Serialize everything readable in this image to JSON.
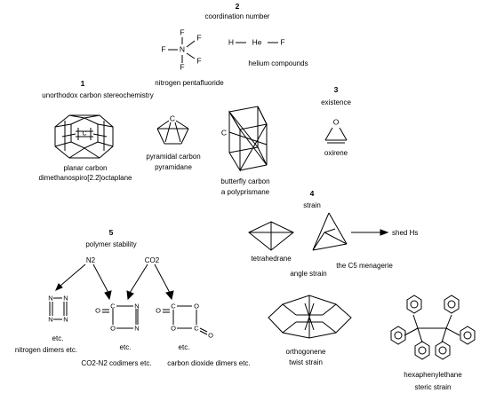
{
  "sections": {
    "coordination": {
      "number": "2",
      "title": "coordination number",
      "nitrogen_pentafluoride": "nitrogen pentafluoride",
      "helium_compounds": "helium compounds"
    },
    "stereochemistry": {
      "number": "1",
      "title": "unorthodox carbon stereochemistry",
      "planar_carbon_line1": "planar carbon",
      "planar_carbon_line2": "dimethanospiro[2.2]octaplane",
      "pyramidal_line1": "pyramidal carbon",
      "pyramidal_line2": "pyramidane",
      "butterfly_line1": "butterfly carbon",
      "butterfly_line2": "a polyprismane"
    },
    "existence": {
      "number": "3",
      "title": "existence",
      "oxirene": "oxirene"
    },
    "strain": {
      "number": "4",
      "title": "strain",
      "tetrahedrane": "tetrahedrane",
      "angle_strain": "angle strain",
      "menagerie": "the C5 menagerie",
      "shed": "shed Hs",
      "orthogonene": "orthogonene",
      "twist_strain": "twist strain",
      "hexaphenylethane": "hexaphenylethane",
      "steric_strain": "steric strain"
    },
    "polymer": {
      "number": "5",
      "title": "polymer stability",
      "n2": "N2",
      "co2": "CO2",
      "etc1": "etc.",
      "etc2": "etc.",
      "etc3": "etc.",
      "nitrogen_dimers": "nitrogen dimers etc.",
      "codimers": "CO2-N2 codimers etc.",
      "co2_dimers": "carbon dioxide dimers etc."
    }
  },
  "atoms": {
    "F": "F",
    "N": "N",
    "H": "H",
    "He": "He",
    "C": "C",
    "O": "O"
  }
}
